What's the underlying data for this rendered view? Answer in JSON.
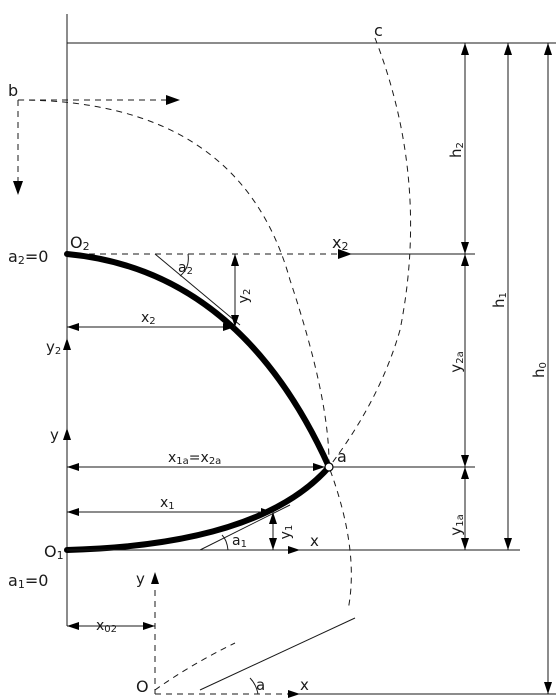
{
  "labels": {
    "c": "c",
    "b": "b",
    "o2": "O",
    "o2_sub": "2",
    "a2_eq": "a",
    "a2_eq_sub": "2",
    "a2_eq_tail": "=0",
    "x2_axis": "x",
    "x2_axis_sub": "2",
    "angle_a2": "a",
    "angle_a2_sub": "2",
    "y2_dim": "y",
    "y2_dim_sub": "2",
    "x2_dim": "x",
    "x2_dim_sub": "2",
    "y2_axis": "y",
    "y2_axis_sub": "2",
    "h2": "h",
    "h2_sub": "2",
    "h1": "h",
    "h1_sub": "1",
    "h0": "h",
    "h0_sub": "0",
    "y2a": "y",
    "y2a_sub": "2a",
    "y_axis": "y",
    "x1a_x2a": "x",
    "x1a_sub": "1a",
    "x1a_eq": "=x",
    "x2a_sub": "2a",
    "point_a": "a",
    "x1_dim": "x",
    "x1_dim_sub": "1",
    "y1_dim": "y",
    "y1_dim_sub": "1",
    "y1a": "y",
    "y1a_sub": "1a",
    "o1": "O",
    "o1_sub": "1",
    "x_axis1": "x",
    "angle_a1": "a",
    "angle_a1_sub": "1",
    "a1_eq": "a",
    "a1_eq_sub": "1",
    "a1_eq_tail": "=0",
    "y_axis0": "y",
    "x02": "x",
    "x02_sub": "02",
    "o0": "O",
    "angle_a0": "a",
    "x_axis0": "x"
  }
}
